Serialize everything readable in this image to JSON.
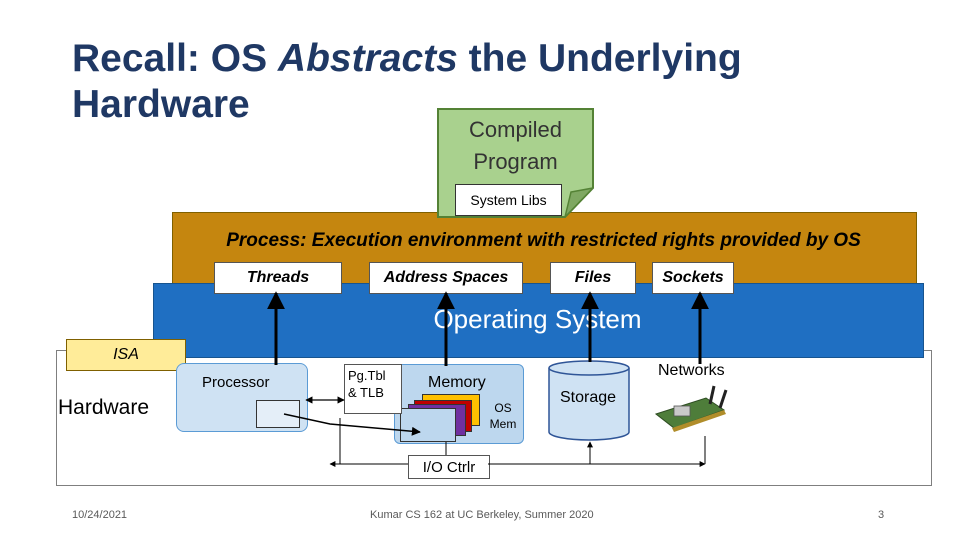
{
  "slide": {
    "title_prefix": "Recall: OS ",
    "title_em": "Abstracts",
    "title_suffix": " the Underlying",
    "title_line2": "Hardware"
  },
  "compiled_program": {
    "line1": "Compiled",
    "line2": "Program",
    "system_libs": "System Libs"
  },
  "process": {
    "label": "Process: Execution environment with restricted rights provided by OS",
    "threads": "Threads",
    "address_spaces": "Address Spaces",
    "files": "Files",
    "sockets": "Sockets"
  },
  "os": {
    "label": "Operating System"
  },
  "isa": {
    "label": "ISA"
  },
  "hardware": {
    "label": "Hardware",
    "processor": "Processor",
    "pgtbl_line1": "Pg.Tbl",
    "pgtbl_line2": "& TLB",
    "memory": "Memory",
    "os_mem_line1": "OS",
    "os_mem_line2": "Mem",
    "storage": "Storage",
    "networks": "Networks",
    "io_ctrl": "I/O Ctrlr"
  },
  "footer": {
    "date": "10/24/2021",
    "course": "Kumar CS 162 at UC Berkeley, Summer 2020",
    "page": "3"
  },
  "colors": {
    "title": "#1f3864",
    "process_bg": "#c5860f",
    "os_bg": "#1f6fc2",
    "isa_bg": "#ffec99",
    "compiled_bg": "#a9d18e"
  }
}
